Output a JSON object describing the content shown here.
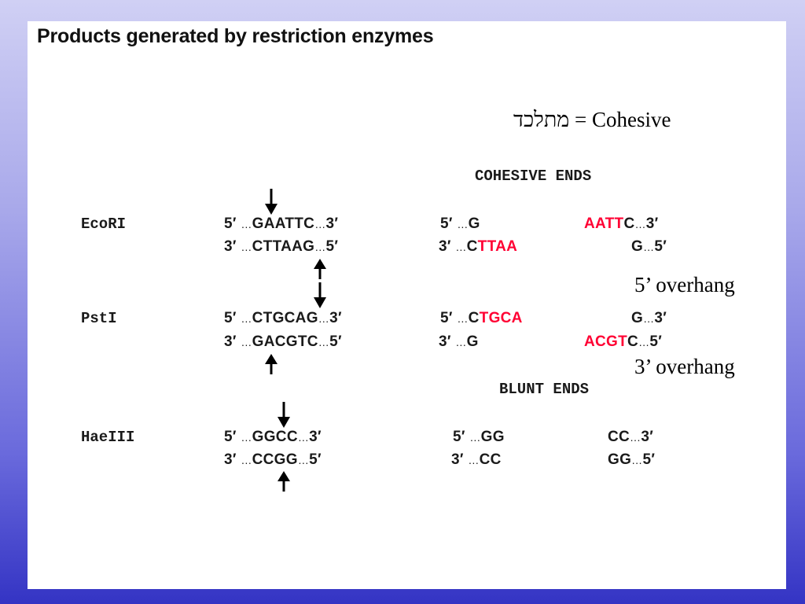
{
  "title": "Products generated by restriction enzymes",
  "hebrew_note": "מתלכד = Cohesive",
  "cohesive_heading": "COHESIVE ENDS",
  "blunt_heading": "BLUNT ENDS",
  "overhang_5": "5’ overhang",
  "overhang_3": "3’ overhang",
  "enzymes": [
    {
      "name": "EcoRI",
      "top": {
        "pre": "5′",
        "seq": "GAATTC",
        "post": "3′"
      },
      "bottom": {
        "pre": "3′",
        "seq": "CTTAAG",
        "post": "5′"
      },
      "left_top": {
        "pre": "5′",
        "seq": "G",
        "red": ""
      },
      "left_bottom": {
        "pre": "3′",
        "seq": "C",
        "red": "TTAA"
      },
      "right_top": {
        "red": "AATT",
        "seq": "C",
        "post": "3′"
      },
      "right_bottom": {
        "red": "",
        "seq": "G",
        "post": "5′"
      }
    },
    {
      "name": "PstI",
      "top": {
        "pre": "5′",
        "seq": "CTGCAG",
        "post": "3′"
      },
      "bottom": {
        "pre": "3′",
        "seq": "GACGTC",
        "post": "5′"
      },
      "left_top": {
        "pre": "5′",
        "seq": "C",
        "red": "TGCA"
      },
      "left_bottom": {
        "pre": "3′",
        "seq": "G",
        "red": ""
      },
      "right_top": {
        "red": "",
        "seq": "G",
        "post": "3′"
      },
      "right_bottom": {
        "red": "ACGT",
        "seq": "C",
        "post": "5′"
      }
    },
    {
      "name": "HaeIII",
      "top": {
        "pre": "5′",
        "seq": "GGCC",
        "post": "3′"
      },
      "bottom": {
        "pre": "3′",
        "seq": "CCGG",
        "post": "5′"
      },
      "left_top": {
        "pre": "5′",
        "seq": "GG",
        "red": ""
      },
      "left_bottom": {
        "pre": "3′",
        "seq": "CC",
        "red": ""
      },
      "right_top": {
        "red": "",
        "seq": "CC",
        "post": "3′"
      },
      "right_bottom": {
        "red": "",
        "seq": "GG",
        "post": "5′"
      }
    }
  ],
  "ellipsis": "…"
}
